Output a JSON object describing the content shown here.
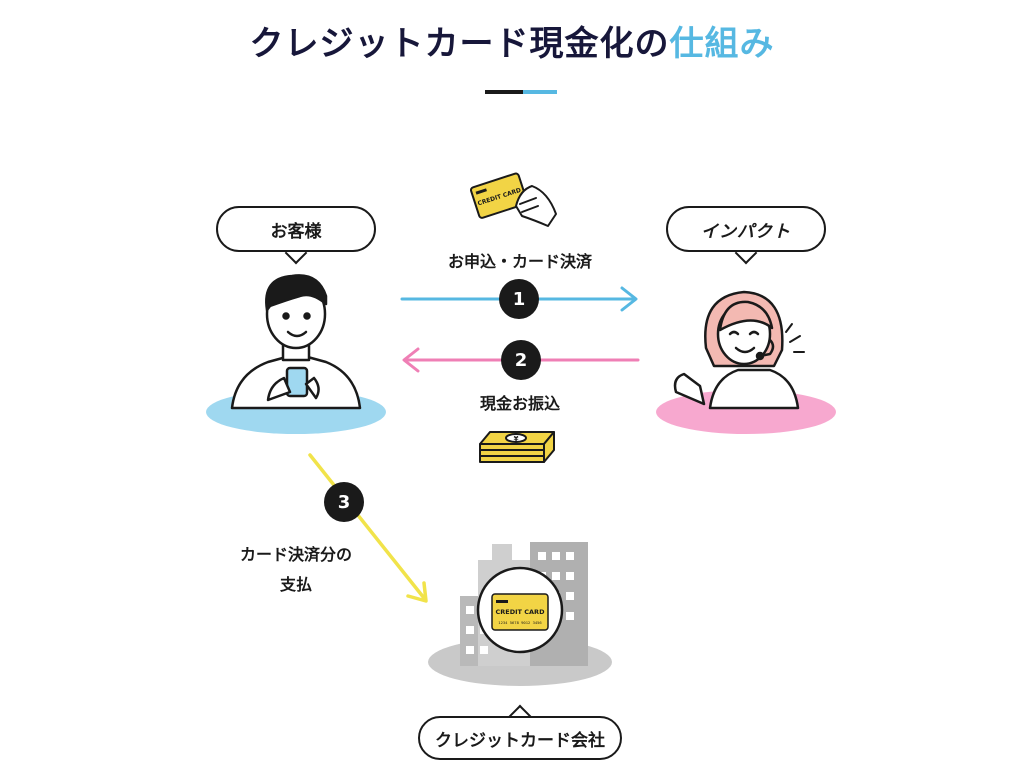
{
  "title": {
    "main": "クレジットカード現金化の",
    "accent": "仕組み"
  },
  "colors": {
    "title": "#17173a",
    "accent": "#56b8e2",
    "arrow_blue": "#56b8e2",
    "arrow_pink": "#ef7fb5",
    "arrow_yellow": "#f1e34a",
    "card": "#f2d445"
  },
  "customer": {
    "label": "お客様"
  },
  "company": {
    "logo": "インパクト"
  },
  "steps": [
    {
      "number": "1",
      "label": "お申込・カード決済"
    },
    {
      "number": "2",
      "label": "現金お振込"
    },
    {
      "number": "3",
      "label_line1": "カード決済分の",
      "label_line2": "支払"
    }
  ],
  "card": {
    "text": "CREDIT CARD",
    "digits": "1234 5678 9012 3456"
  },
  "card_issuer": {
    "label": "クレジットカード会社"
  },
  "icons": [
    "card-in-hand-icon",
    "cash-stack-icon",
    "building-icon",
    "credit-card-icon"
  ]
}
